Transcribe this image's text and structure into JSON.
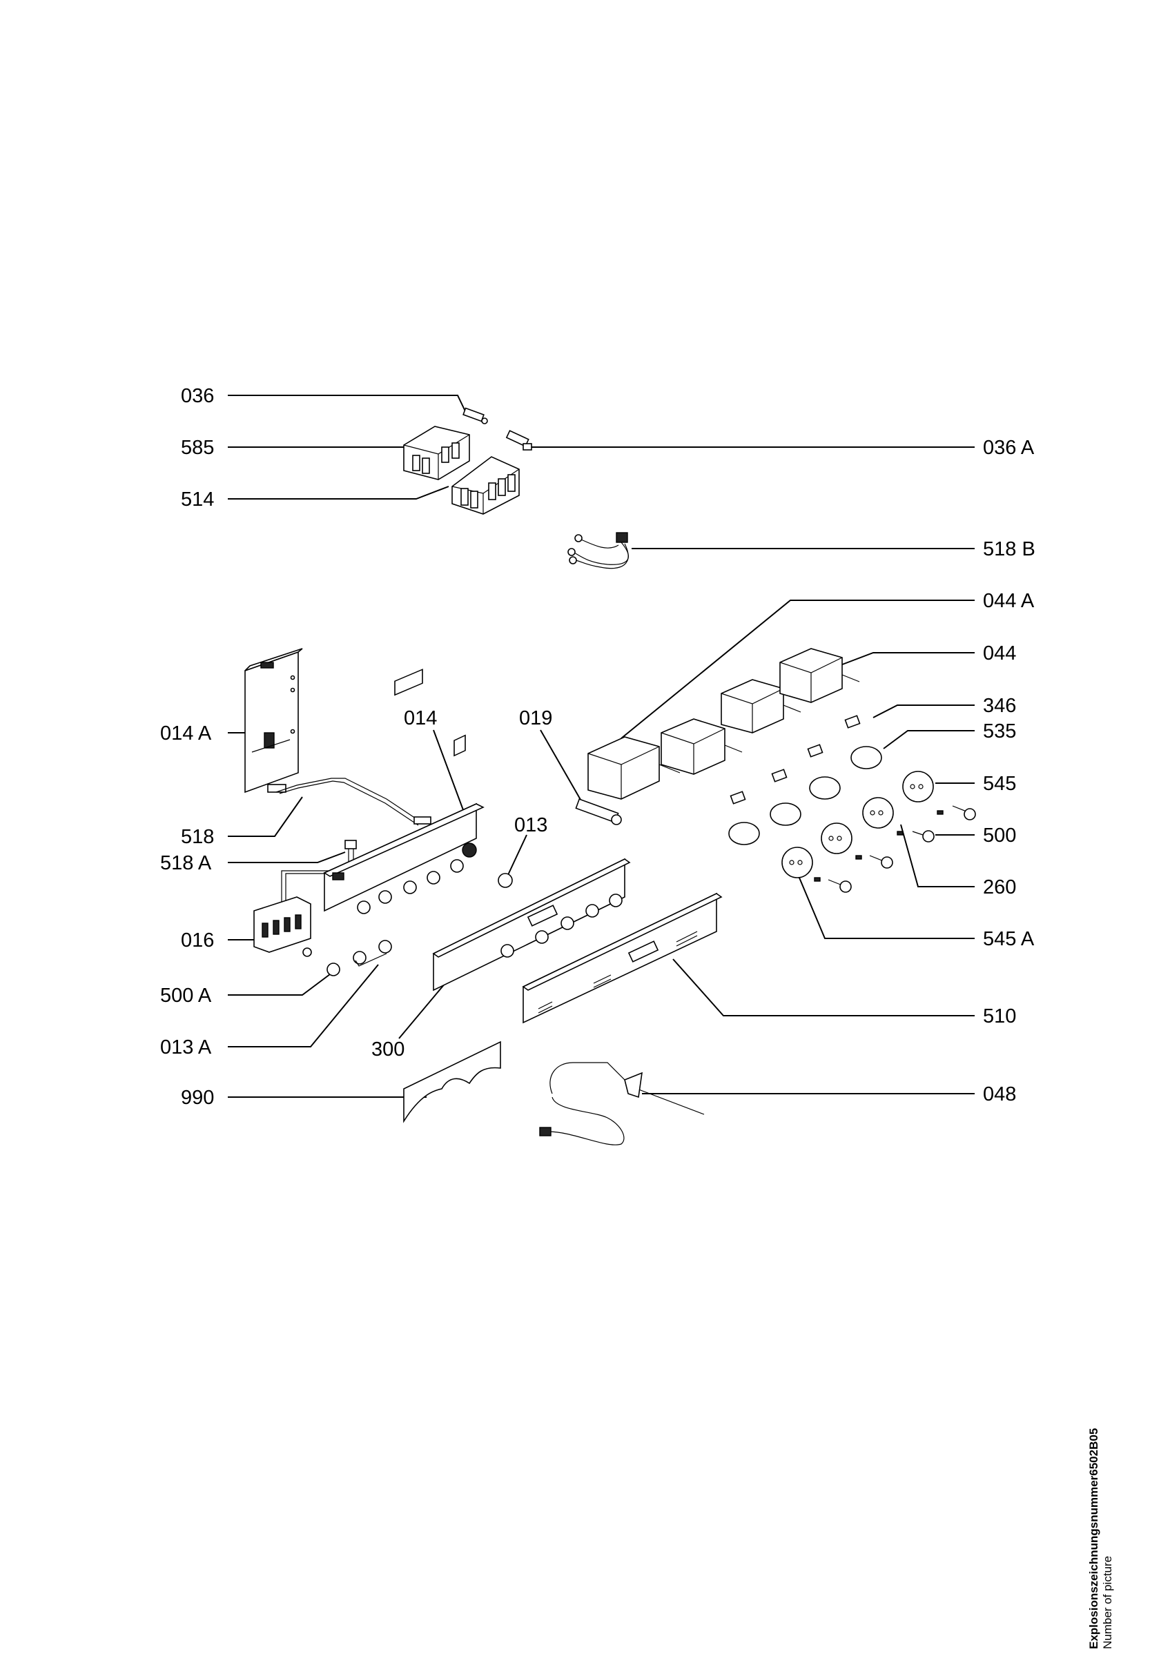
{
  "labels": {
    "036": "036",
    "585": "585",
    "514": "514",
    "036A": "036 A",
    "518B": "518 B",
    "044A": "044 A",
    "044": "044",
    "346": "346",
    "535": "535",
    "545": "545",
    "500": "500",
    "260": "260",
    "545A": "545 A",
    "510": "510",
    "048": "048",
    "014A": "014 A",
    "014": "014",
    "019": "019",
    "013": "013",
    "518": "518",
    "518A": "518 A",
    "016": "016",
    "500A": "500 A",
    "013A": "013 A",
    "300": "300",
    "990": "990"
  },
  "caption": {
    "title": "Explosionszeichnungsnummer6502B05",
    "subtitle": "Number of picture"
  }
}
